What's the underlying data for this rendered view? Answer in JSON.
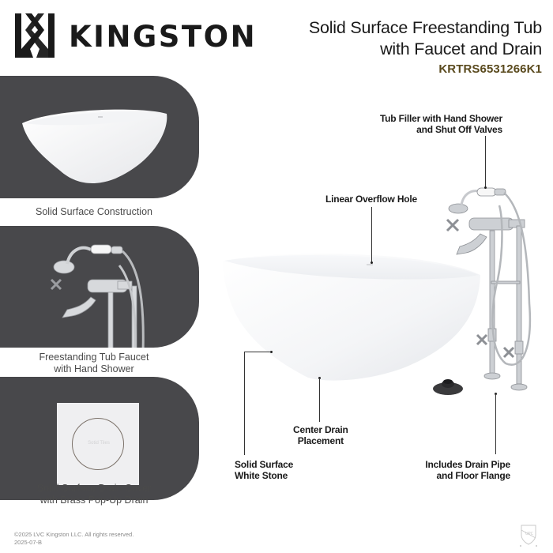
{
  "brand": {
    "name": "KINGSTON",
    "logo_icon": "kingston-monogram-icon"
  },
  "header": {
    "title_lines": [
      "Solid Surface Freestanding Tub",
      "with Faucet and Drain"
    ],
    "model_number": "KRTRS6531266K1",
    "model_color": "#5a4a1e"
  },
  "features": [
    {
      "label_lines": [
        "Solid Surface Construction"
      ],
      "image": "white-freestanding-tub"
    },
    {
      "label_lines": [
        "Freestanding Tub Faucet",
        "with Hand Shower"
      ],
      "image": "chrome-tub-faucet-with-hand-shower"
    },
    {
      "label_lines": [
        "Solid Surface Drain Cover",
        "with Brass Pop-Up Drain"
      ],
      "image": "white-square-drain-cover",
      "drain_cover_text": "Sotid Tiles"
    }
  ],
  "callouts": {
    "tub_filler": [
      "Tub Filler with Hand Shower",
      "and Shut Off Valves"
    ],
    "overflow": [
      "Linear Overflow Hole"
    ],
    "center_drain": [
      "Center Drain",
      "Placement"
    ],
    "white_stone": [
      "Solid Surface",
      "White Stone"
    ],
    "drain_pipe": [
      "Includes Drain Pipe",
      "and Floor Flange"
    ]
  },
  "footer": {
    "copyright": "©2025 LVC Kingston LLC. All rights reserved.",
    "date_code": "2025-07-B",
    "cert_icon": "cupc-certification-icon"
  },
  "colors": {
    "panel_bg": "#48484b",
    "text": "#1a1a1a",
    "chrome": "#c9cbcf"
  }
}
